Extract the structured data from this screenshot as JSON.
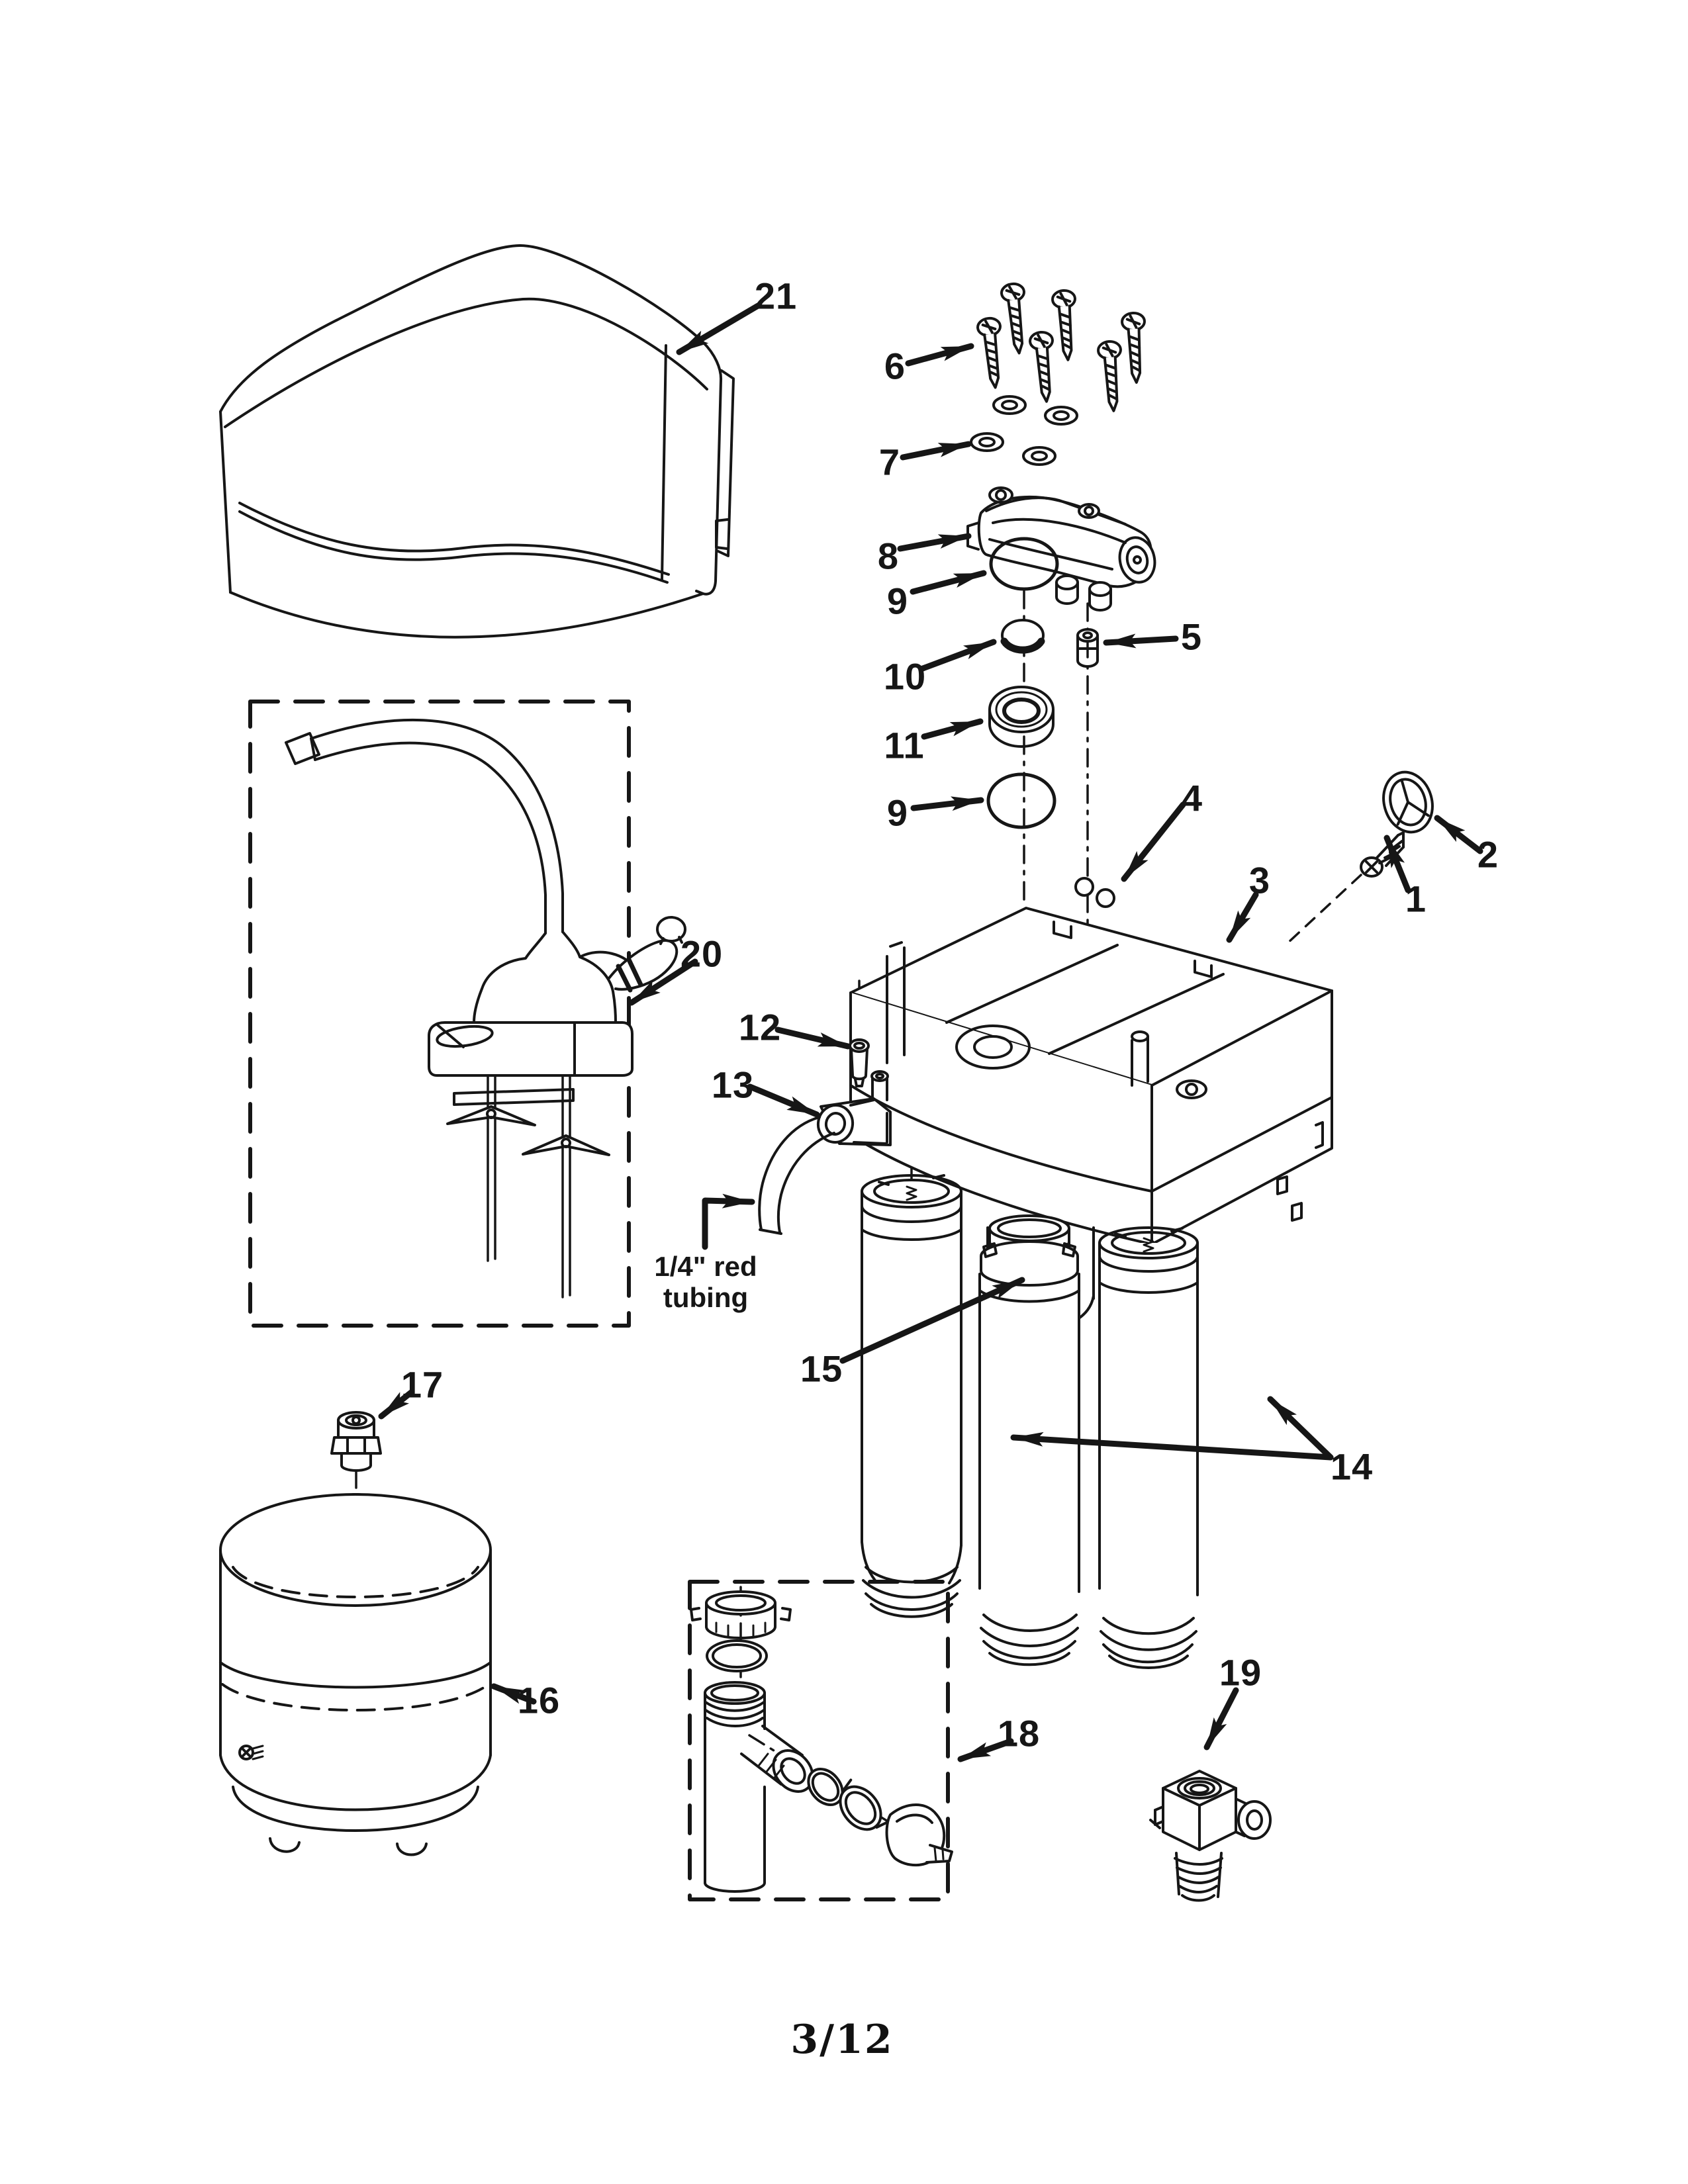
{
  "diagram": {
    "title_hidden": "",
    "footer_page": "3/12",
    "tubing_note": {
      "line1": "1/4\" red",
      "line2": "tubing"
    },
    "callouts": {
      "n1": "1",
      "n2": "2",
      "n3": "3",
      "n4": "4",
      "n5": "5",
      "n6": "6",
      "n7": "7",
      "n8": "8",
      "n9a": "9",
      "n9b": "9",
      "n10": "10",
      "n11": "11",
      "n12": "12",
      "n13": "13",
      "n14": "14",
      "n15": "15",
      "n16": "16",
      "n17": "17",
      "n18": "18",
      "n19": "19",
      "n20": "20",
      "n21": "21"
    }
  }
}
